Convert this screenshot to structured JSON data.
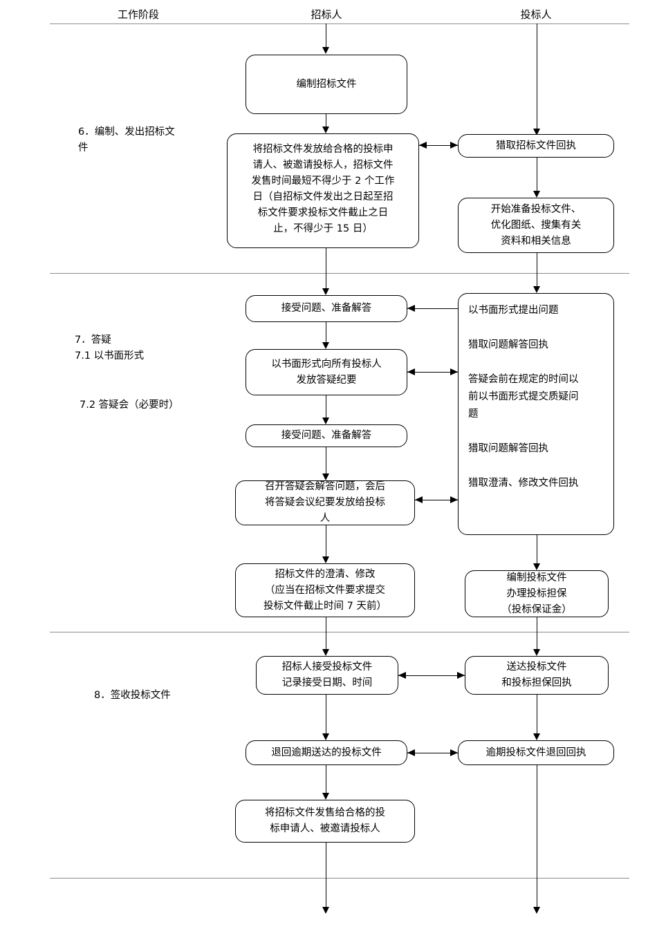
{
  "header": {
    "columns": [
      {
        "label": "工作阶段"
      },
      {
        "label": "招标人"
      },
      {
        "label": "投标人"
      }
    ]
  },
  "stages": [
    {
      "id": "stage-6",
      "lines": "6．编制、发出招标文\n件"
    },
    {
      "id": "stage-7",
      "lines": "7．答疑\n 7.1 以书面形式"
    },
    {
      "id": "stage-7-2",
      "lines": "7.2 答疑会（必要时）"
    },
    {
      "id": "stage-8",
      "lines": "8．签收投标文件"
    }
  ],
  "boxes": {
    "b1": "编制招标文件",
    "b2": "将招标文件发放给合格的投标申\n请人、被邀请投标人，招标文件\n发售时间最短不得少于 2 个工作\n日（自招标文件发出之日起至招\n标文件要求投标文件截止之日\n止，不得少于 15 日）",
    "b3": "猎取招标文件回执",
    "b4": "开始准备投标文件、\n优化图纸、搜集有关\n资料和相关信息",
    "b5": "接受问题、准备解答",
    "b6": "以书面形式向所有投标人\n发放答疑纪要",
    "b7": "接受问题、准备解答",
    "b8": "召开答疑会解答问题，会后\n将答疑会议纪要发放给投标\n人",
    "b9": "招标文件的澄清、修改\n（应当在招标文件要求提交\n投标文件截止时间 7 天前）",
    "b10": "以书面形式提出问题\n\n猎取问题解答回执\n\n答疑会前在规定的时间以\n前以书面形式提交质疑问\n题\n\n猎取问题解答回执\n\n猎取澄清、修改文件回执",
    "b11": "编制投标文件\n办理投标担保\n（投标保证金）",
    "b12": "招标人接受投标文件\n记录接受日期、时间",
    "b13": "送达投标文件\n和投标担保回执",
    "b14": "退回逾期送达的投标文件",
    "b15": "逾期投标文件退回回执",
    "b16": "将招标文件发售给合格的投\n标申请人、被邀请投标人"
  },
  "colors": {
    "line": "#000000",
    "separator": "#8d8d8d",
    "box_fill": "#ffffff",
    "text": "#000000"
  }
}
